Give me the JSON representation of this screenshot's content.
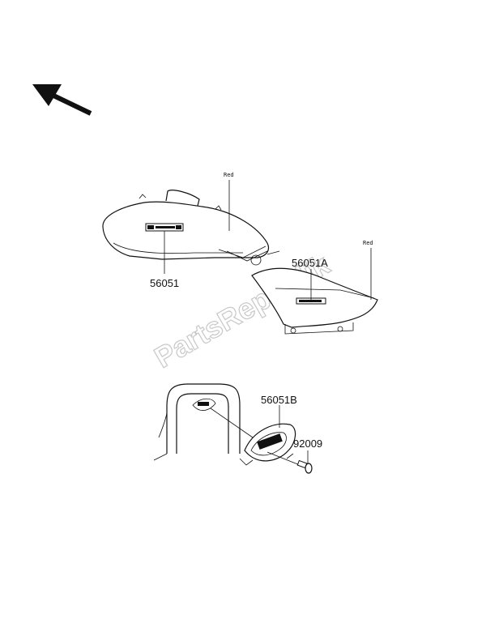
{
  "watermark": "PartsRepublik",
  "orientation_icon": "front-direction-arrow-icon",
  "parts": {
    "tank_emblem": {
      "number": "56051",
      "color": "Red"
    },
    "side_cover_emblem": {
      "number": "56051A",
      "color": "Red"
    },
    "badge_emblem": {
      "number": "56051B"
    },
    "screw": {
      "number": "92009"
    }
  },
  "colors": {
    "line": "#111111",
    "watermark": "#c8c8c8",
    "background": "#ffffff"
  }
}
